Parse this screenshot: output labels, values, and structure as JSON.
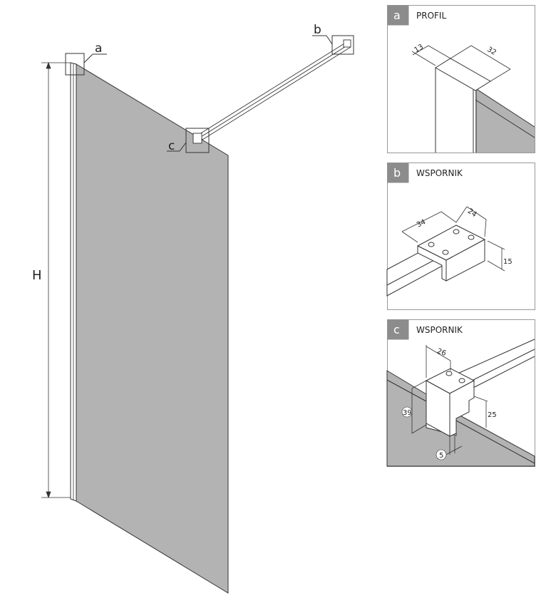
{
  "main": {
    "height_label": "H",
    "callouts": {
      "a": "a",
      "b": "b",
      "c": "c"
    }
  },
  "details": [
    {
      "badge": "a",
      "title": "PROFIL",
      "dims": [
        "13",
        "32"
      ]
    },
    {
      "badge": "b",
      "title": "WSPORNIK",
      "dims": [
        "34",
        "24",
        "15"
      ]
    },
    {
      "badge": "c",
      "title": "WSPORNIK",
      "dims": [
        "26",
        "39",
        "25",
        "5"
      ]
    }
  ],
  "colors": {
    "glass": "#b3b3b3",
    "badge": "#8c8c8c",
    "frame": "#999999",
    "line": "#222222"
  }
}
